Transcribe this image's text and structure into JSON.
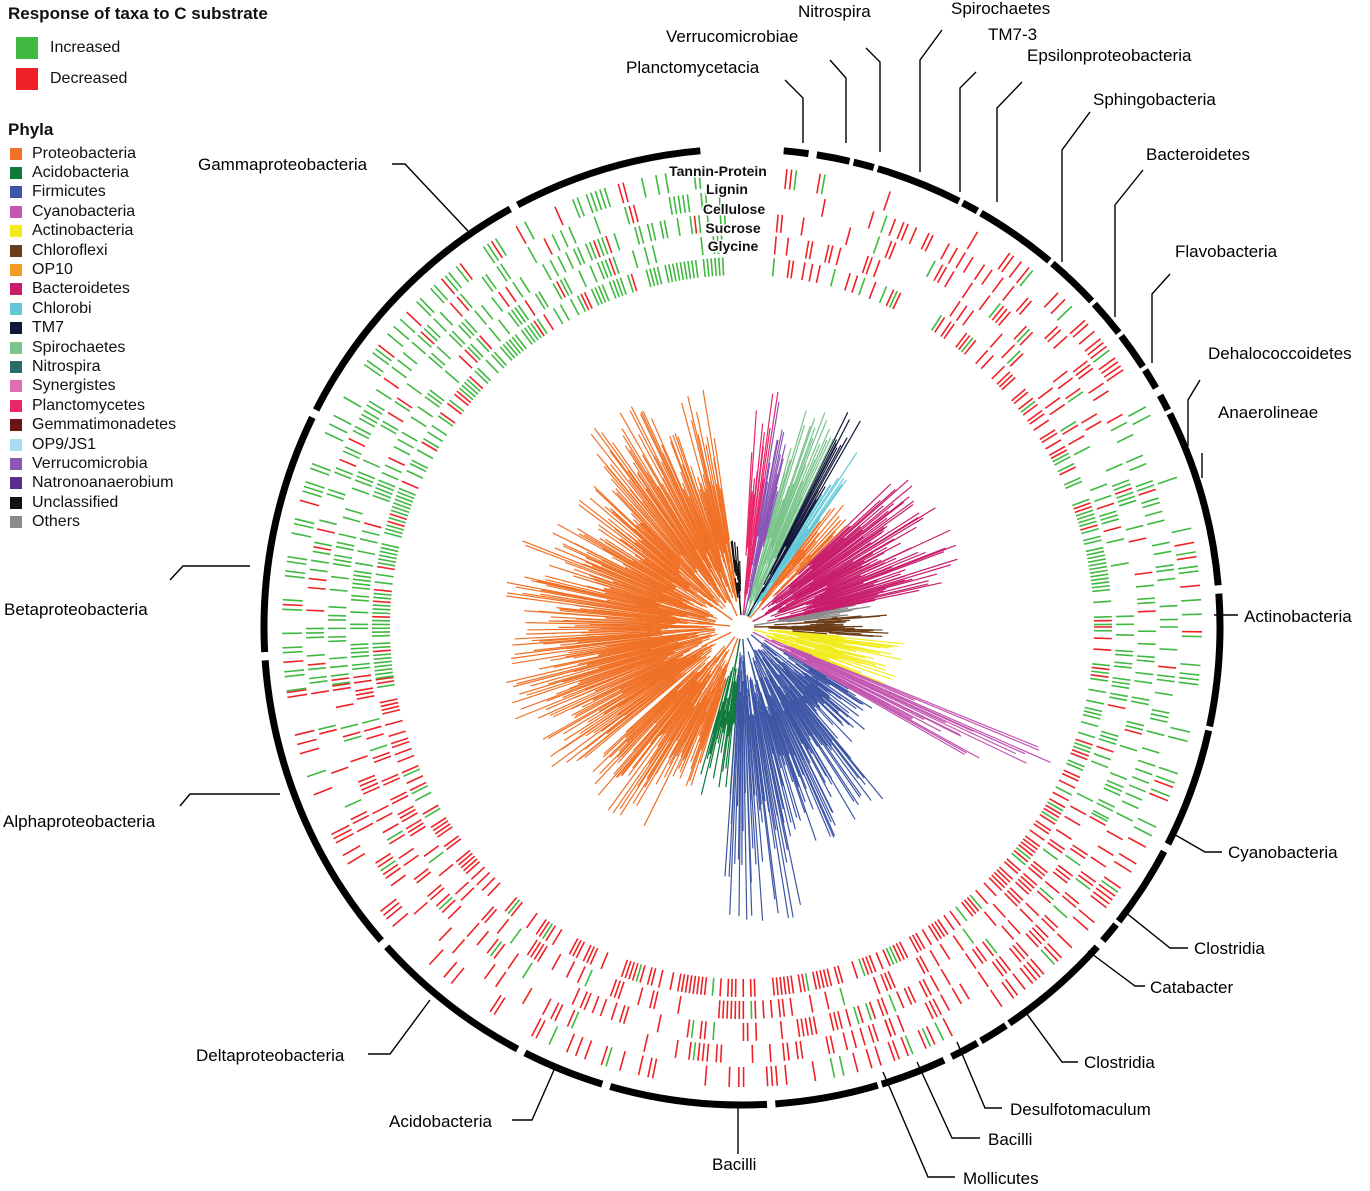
{
  "legend": {
    "response_title": "Response of taxa to C substrate",
    "response_items": [
      {
        "label": "Increased",
        "color": "#3fb93f"
      },
      {
        "label": "Decreased",
        "color": "#ee2226"
      }
    ],
    "phyla_title": "Phyla",
    "phyla": [
      {
        "label": "Proteobacteria",
        "color": "#f07126"
      },
      {
        "label": "Acidobacteria",
        "color": "#0f7a3c"
      },
      {
        "label": "Firmicutes",
        "color": "#3e56a6"
      },
      {
        "label": "Cyanobacteria",
        "color": "#c356b0"
      },
      {
        "label": "Actinobacteria",
        "color": "#f2ec1e"
      },
      {
        "label": "Chloroflexi",
        "color": "#6b3d18"
      },
      {
        "label": "OP10",
        "color": "#f59a24"
      },
      {
        "label": "Bacteroidetes",
        "color": "#c81d6c"
      },
      {
        "label": "Chlorobi",
        "color": "#62c8d8"
      },
      {
        "label": "TM7",
        "color": "#121738"
      },
      {
        "label": "Spirochaetes",
        "color": "#79c48a"
      },
      {
        "label": "Nitrospira",
        "color": "#2f6a6a"
      },
      {
        "label": "Synergistes",
        "color": "#df6fb0"
      },
      {
        "label": "Planctomycetes",
        "color": "#e8266e"
      },
      {
        "label": "Gemmatimonadetes",
        "color": "#6a1418"
      },
      {
        "label": "OP9/JS1",
        "color": "#a9dcef"
      },
      {
        "label": "Verrucomicrobia",
        "color": "#8a55b5"
      },
      {
        "label": "Natronoanaerobium",
        "color": "#5b2c8a"
      },
      {
        "label": "Unclassified",
        "color": "#111111"
      },
      {
        "label": "Others",
        "color": "#8a8a8a"
      }
    ]
  },
  "rings": [
    "Tannin-Protein",
    "Lignin",
    "Cellulose",
    "Sucrose",
    "Glycine"
  ],
  "taxa_labels": [
    "Planctomycetacia",
    "Verrucomicrobiae",
    "Nitrospira",
    "Spirochaetes",
    "TM7-3",
    "Epsilonproteobacteria",
    "Sphingobacteria",
    "Bacteroidetes",
    "Flavobacteria",
    "Dehalococcoidetes",
    "Anaerolineae",
    "Actinobacteria",
    "Cyanobacteria",
    "Clostridia",
    "Catabacter",
    "Clostridia",
    "Desulfotomaculum",
    "Bacilli",
    "Mollicutes",
    "Bacilli",
    "Acidobacteria",
    "Deltaproteobacteria",
    "Alphaproteobacteria",
    "Betaproteobacteria",
    "Gammaproteobacteria"
  ]
}
